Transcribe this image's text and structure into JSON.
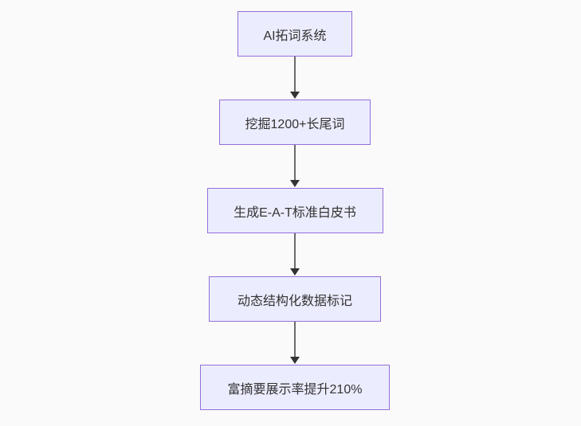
{
  "diagram": {
    "type": "flowchart",
    "direction": "top-down",
    "nodes": [
      {
        "id": "n1",
        "label": "AI拓词系统"
      },
      {
        "id": "n2",
        "label": "挖掘1200+长尾词"
      },
      {
        "id": "n3",
        "label": "生成E-A-T标准白皮书"
      },
      {
        "id": "n4",
        "label": "动态结构化数据标记"
      },
      {
        "id": "n5",
        "label": "富摘要展示率提升210%"
      }
    ],
    "edges": [
      {
        "from": "n1",
        "to": "n2",
        "style": "arrow-down"
      },
      {
        "from": "n2",
        "to": "n3",
        "style": "arrow-down"
      },
      {
        "from": "n3",
        "to": "n4",
        "style": "arrow-down"
      },
      {
        "from": "n4",
        "to": "n5",
        "style": "arrow-down"
      }
    ],
    "colors": {
      "node_fill": "#ececff",
      "node_border": "#9370db",
      "node_text": "#333333",
      "arrow_line": "#6b6b6b",
      "arrow_head": "#333333",
      "background": "#fafafa"
    }
  }
}
